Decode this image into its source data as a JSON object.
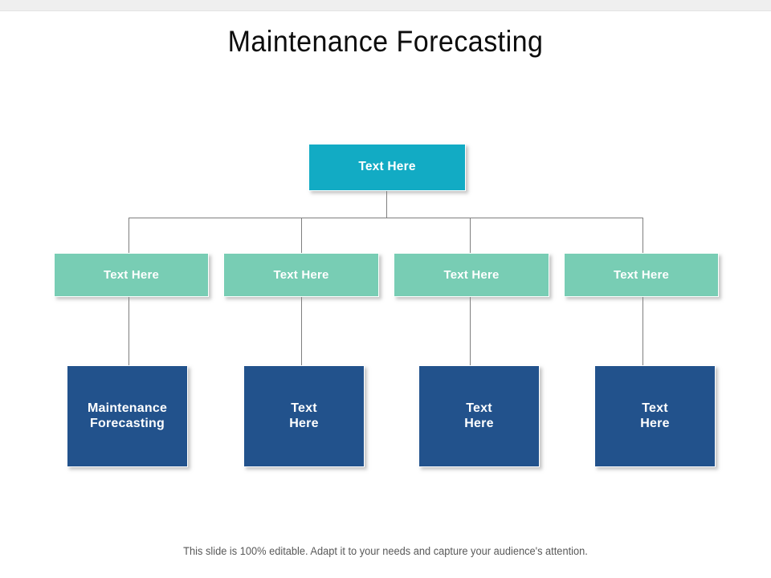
{
  "slide": {
    "title": "Maintenance Forecasting",
    "footer_note": "This slide is 100% editable. Adapt it to your needs and capture your audience's attention.",
    "colors": {
      "root": "#12ABC4",
      "mid": "#78CDB4",
      "leaf": "#22528C",
      "connector": "#7F7F7F",
      "title_text": "#0D0D0D",
      "footer_text": "#595959",
      "node_text": "#FFFFFF",
      "topbar": "#EFEFEF",
      "background": "#FFFFFF"
    }
  },
  "diagram": {
    "type": "org-chart",
    "levels": 3,
    "root": {
      "label": "Text Here"
    },
    "middle": [
      {
        "label": "Text Here"
      },
      {
        "label": "Text Here"
      },
      {
        "label": "Text Here"
      },
      {
        "label": "Text Here"
      }
    ],
    "leaves": [
      {
        "label": "Maintenance\nForecasting"
      },
      {
        "label": "Text\nHere"
      },
      {
        "label": "Text\nHere"
      },
      {
        "label": "Text\nHere"
      }
    ]
  }
}
